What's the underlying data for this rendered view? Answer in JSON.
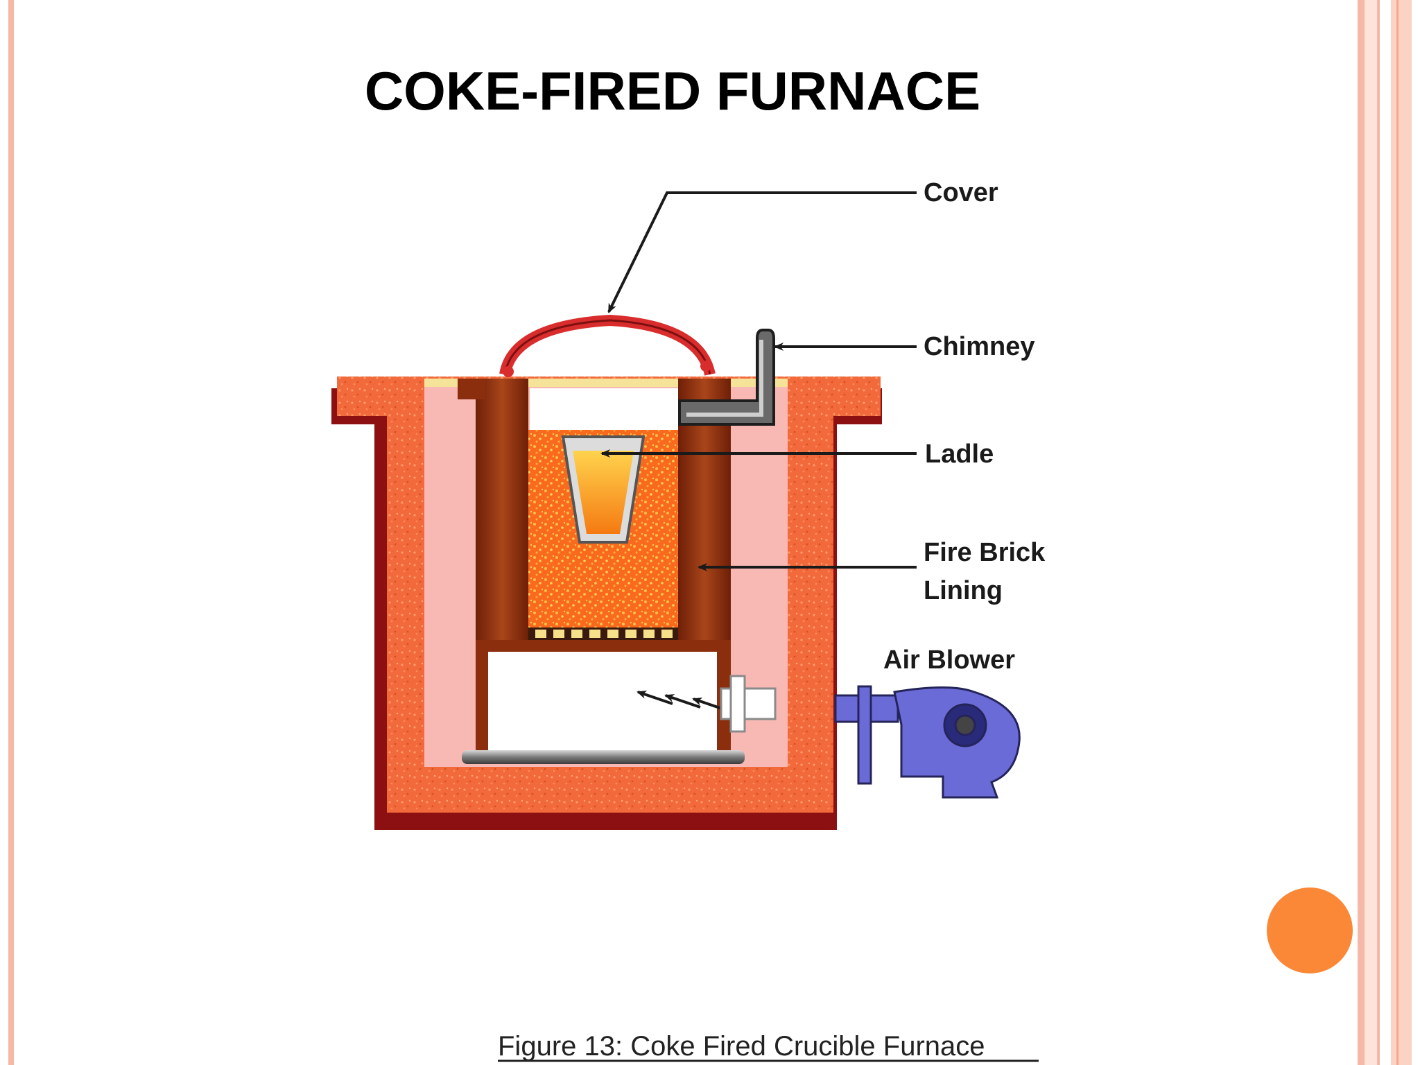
{
  "slide": {
    "title": "COKE-FIRED FURNACE",
    "accent_color": "#fb8837",
    "border_color": "#f4b5a3"
  },
  "diagram": {
    "labels": {
      "cover": "Cover",
      "chimney": "Chimney",
      "ladle": "Ladle",
      "fire_brick_line1": "Fire Brick",
      "fire_brick_line2": "Lining",
      "air_blower": "Air Blower"
    },
    "caption": "Figure 13: Coke Fired Crucible Furnace",
    "colors": {
      "outer_shell": "#f26a3c",
      "shell_dark": "#8c0f12",
      "fire_brick": "#8a2e0e",
      "coke": "#f96a1e",
      "blower": "#6b6bd8"
    }
  }
}
